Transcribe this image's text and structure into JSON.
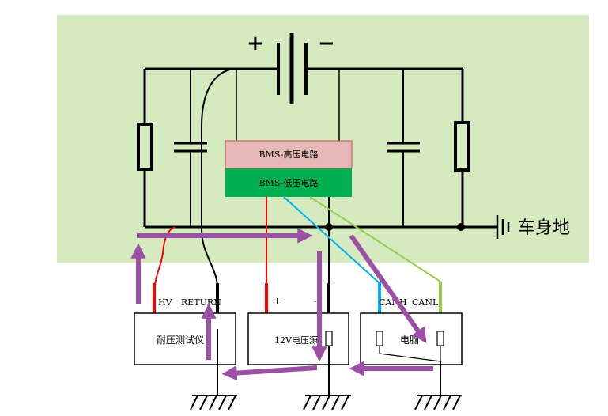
{
  "battery": {
    "plus_sign": "+",
    "minus_sign": "−"
  },
  "bms": {
    "high_voltage_label": "BMS-高压电路",
    "low_voltage_label": "BMS-低压电路"
  },
  "chassis": {
    "label": "车身地"
  },
  "hipot_tester": {
    "name": "耐压测试仪",
    "hv_label": "HV",
    "return_label": "RETURN"
  },
  "power_supply": {
    "name": "12V电压源",
    "plus_label": "+",
    "minus_label": "-"
  },
  "computer": {
    "name": "电脑",
    "canh_label": "CANH",
    "canl_label": "CANL"
  },
  "colors": {
    "panel_bg": "#d5ebbf",
    "bms_high": "#e6b9b8",
    "bms_low": "#00b050",
    "arrow": "#9b4fa5",
    "red_wire": "#ff0000",
    "blue_wire": "#00b0f0",
    "green_wire": "#92d050"
  }
}
